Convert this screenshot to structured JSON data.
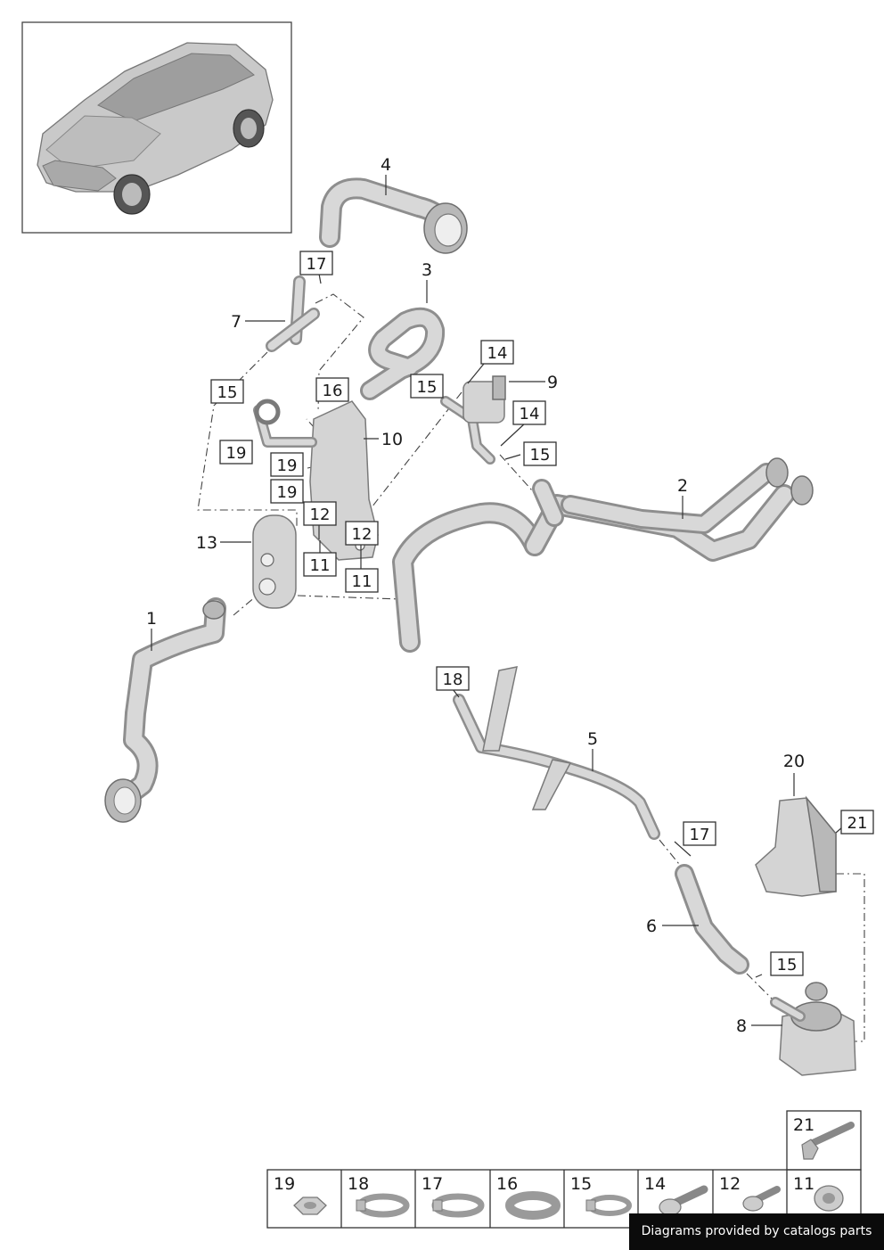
{
  "callouts": [
    {
      "id": "c1",
      "text": "1"
    },
    {
      "id": "c2",
      "text": "2"
    },
    {
      "id": "c3",
      "text": "3"
    },
    {
      "id": "c4",
      "text": "4"
    },
    {
      "id": "c5",
      "text": "5"
    },
    {
      "id": "c6",
      "text": "6"
    },
    {
      "id": "c7",
      "text": "7"
    },
    {
      "id": "c8",
      "text": "8"
    },
    {
      "id": "c9",
      "text": "9"
    },
    {
      "id": "c10",
      "text": "10"
    },
    {
      "id": "c13",
      "text": "13"
    },
    {
      "id": "c20",
      "text": "20"
    }
  ],
  "boxed_callouts": [
    {
      "id": "b17a",
      "text": "17"
    },
    {
      "id": "b15a",
      "text": "15"
    },
    {
      "id": "b16",
      "text": "16"
    },
    {
      "id": "b19a",
      "text": "19"
    },
    {
      "id": "b19b",
      "text": "19"
    },
    {
      "id": "b19c",
      "text": "19"
    },
    {
      "id": "b12a",
      "text": "12"
    },
    {
      "id": "b11a",
      "text": "11"
    },
    {
      "id": "b12b",
      "text": "12"
    },
    {
      "id": "b11b",
      "text": "11"
    },
    {
      "id": "b15b",
      "text": "15"
    },
    {
      "id": "b14a",
      "text": "14"
    },
    {
      "id": "b14b",
      "text": "14"
    },
    {
      "id": "b15c",
      "text": "15"
    },
    {
      "id": "b18",
      "text": "18"
    },
    {
      "id": "b17b",
      "text": "17"
    },
    {
      "id": "b21",
      "text": "21"
    },
    {
      "id": "b15d",
      "text": "15"
    }
  ],
  "parts_table": {
    "cells": [
      {
        "num": "19",
        "icon": "hex-nut-icon"
      },
      {
        "num": "18",
        "icon": "hose-clamp-icon"
      },
      {
        "num": "17",
        "icon": "hose-clamp-icon"
      },
      {
        "num": "16",
        "icon": "band-clamp-icon"
      },
      {
        "num": "15",
        "icon": "hose-clamp-icon"
      },
      {
        "num": "14",
        "icon": "bolt-icon"
      },
      {
        "num": "12",
        "icon": "grommet-icon"
      },
      {
        "num": "11",
        "icon": "rubber-grommet-icon"
      }
    ],
    "top_cell": {
      "num": "21",
      "icon": "long-bolt-icon"
    }
  },
  "credit": "Diagrams provided by catalogs parts"
}
